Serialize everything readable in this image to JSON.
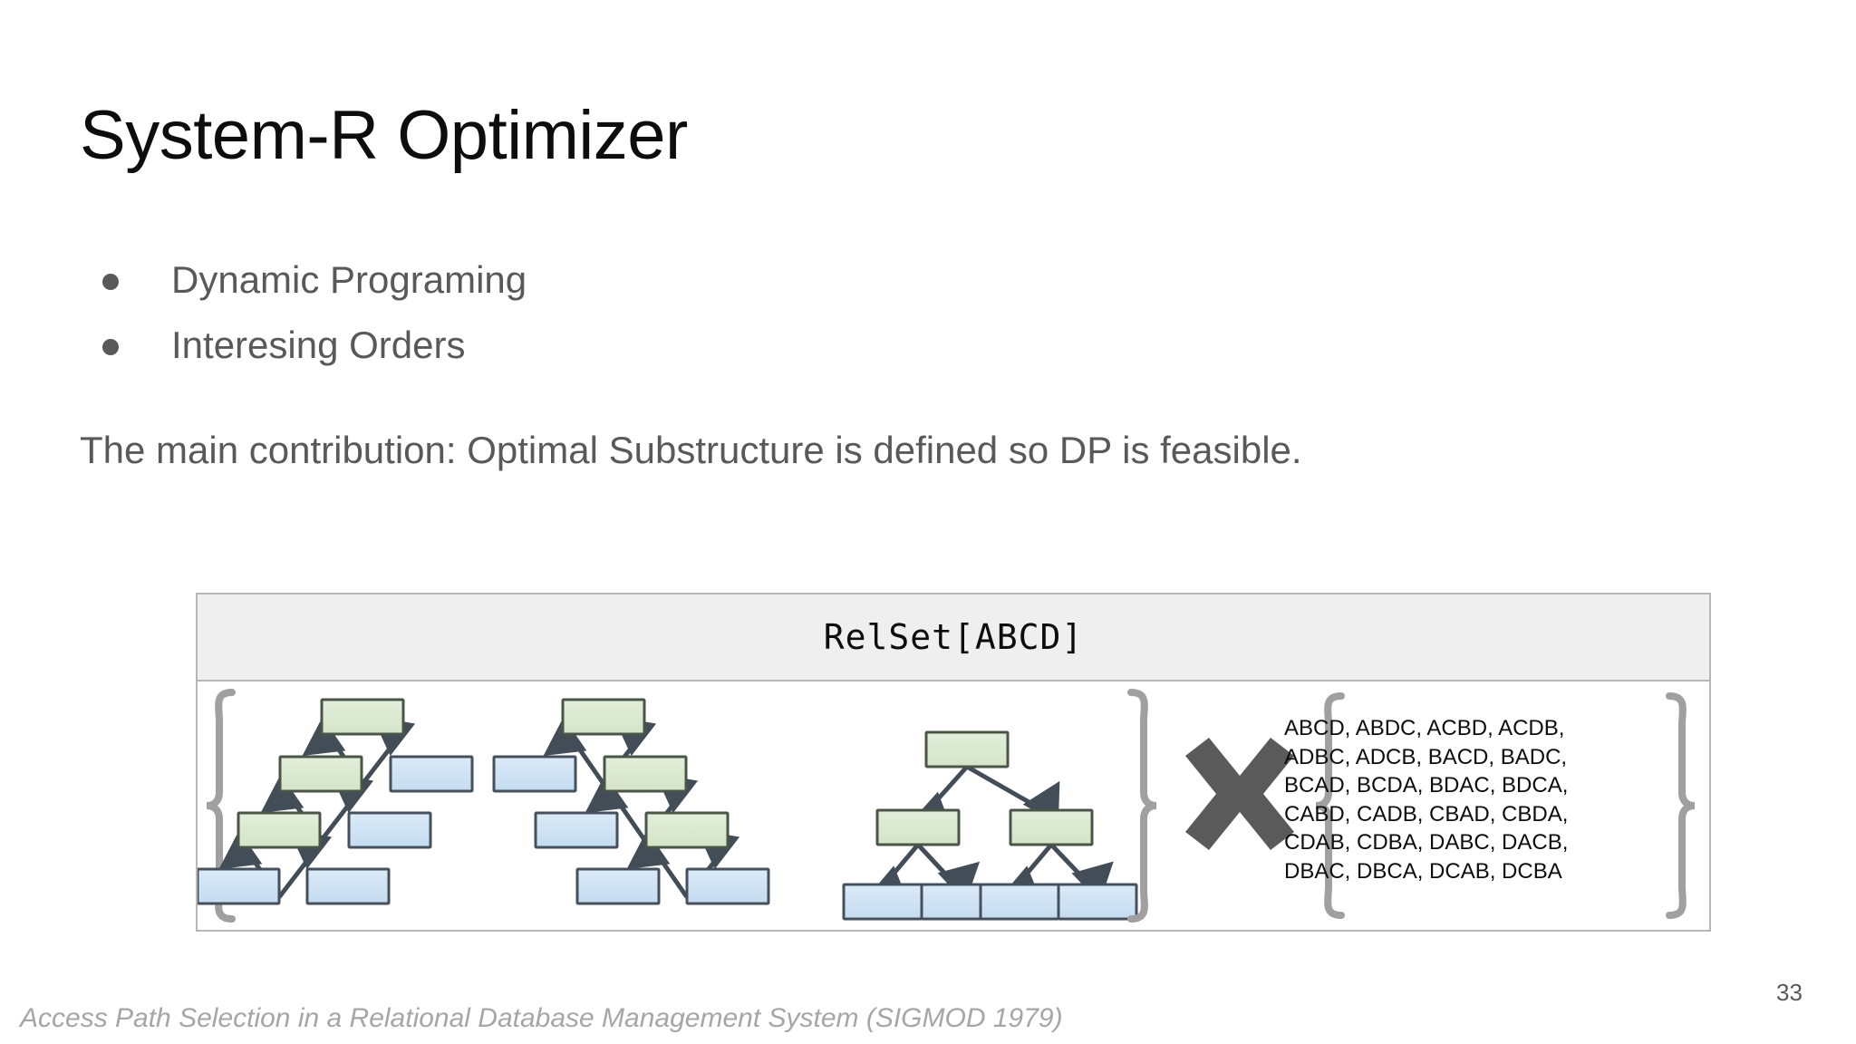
{
  "slide": {
    "title": "System-R Optimizer",
    "page_number": "33",
    "footer_citation": "Access Path Selection in a Relational Database Management System (SIGMOD 1979)",
    "bullets": [
      {
        "label": "Dynamic Programing"
      },
      {
        "label": "Interesing Orders"
      }
    ],
    "main_sentence": "The main contribution: Optimal Substructure is defined so DP is feasible.",
    "colors": {
      "title": "#0d0d0d",
      "body_text": "#595959",
      "footer": "#a6a6a6",
      "box_border": "#b7b7b7",
      "header_fill": "#efefef",
      "join_node_fill": "#dbe8d0",
      "join_node_stroke": "#4a5548",
      "table_node_fill": "#cfe2f3",
      "table_node_stroke": "#45505c",
      "brace": "#a0a0a0",
      "arrow": "#434d57",
      "cross": "#5a5a5a"
    }
  },
  "diagram": {
    "header_label": "RelSet[ABCD]",
    "cross_symbol": "×",
    "left_group_label": "join-tree-shapes",
    "right_group_label": "join-orders",
    "permutation_rows": [
      "ABCD, ABDC, ACBD, ACDB,",
      "ADBC, ADCB, BACD, BADC,",
      "BCAD, BCDA, BDAC, BDCA,",
      "CABD, CADB, CBAD, CBDA,",
      "CDAB, CDBA, DABC, DACB,",
      "DBAC, DBCA, DCAB, DCBA"
    ],
    "permutations": [
      "ABCD",
      "ABDC",
      "ACBD",
      "ACDB",
      "ADBC",
      "ADCB",
      "BACD",
      "BADC",
      "BCAD",
      "BCDA",
      "BDAC",
      "BDCA",
      "CABD",
      "CADB",
      "CBAD",
      "CBDA",
      "CDAB",
      "CDBA",
      "DABC",
      "DACB",
      "DBAC",
      "DBCA",
      "DCAB",
      "DCBA"
    ],
    "permutation_count": 24,
    "trees": [
      {
        "name": "left-deep-tree",
        "node_count": 7,
        "join_nodes": 3,
        "table_nodes": 4,
        "arrow_direction": "child-to-parent"
      },
      {
        "name": "right-deep-tree",
        "node_count": 7,
        "join_nodes": 3,
        "table_nodes": 4,
        "arrow_direction": "child-to-parent"
      },
      {
        "name": "bushy-tree",
        "node_count": 7,
        "join_nodes": 3,
        "table_nodes": 4,
        "arrow_direction": "parent-to-child"
      }
    ]
  }
}
